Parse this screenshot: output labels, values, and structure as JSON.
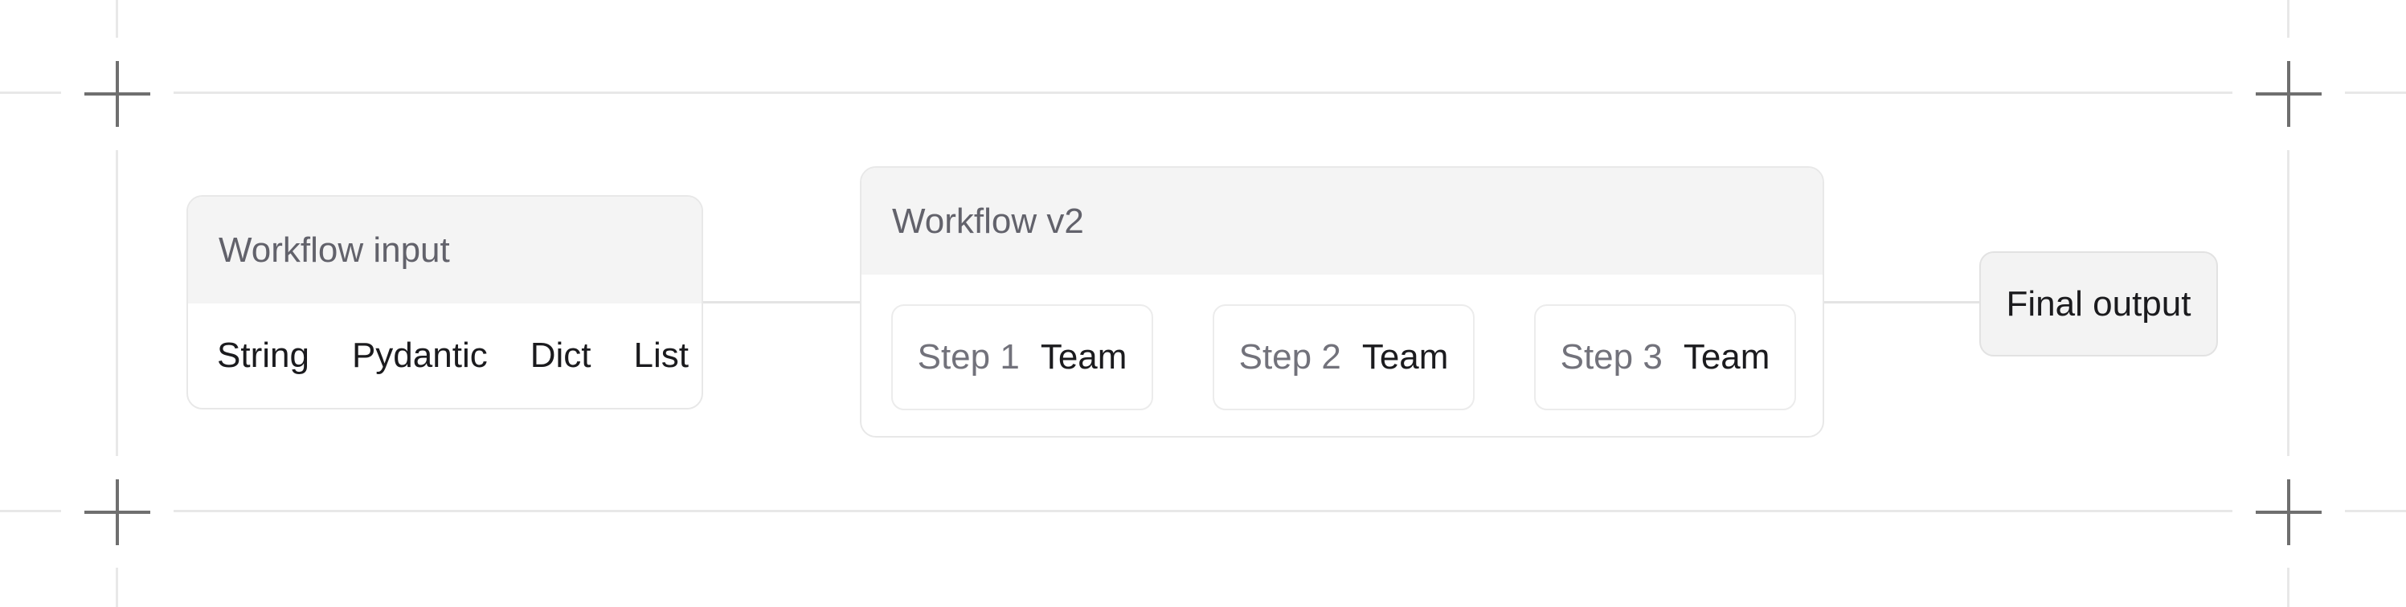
{
  "colors": {
    "canvas_bg": "#ffffff",
    "guide_line": "#e8e8e8",
    "crop_mark": "#6f6f6f",
    "node_border": "#e8e8e8",
    "node_header_bg": "#f4f4f4",
    "node_body_bg": "#ffffff",
    "step_border": "#ececec",
    "connector": "#e4e4e4",
    "title_text": "#62626b",
    "label_text": "#72727b",
    "dark_text": "#1b1b1e",
    "output_bg": "#f3f3f3",
    "output_border": "#e2e2e2"
  },
  "workflow_input": {
    "title": "Workflow input",
    "items": [
      "String",
      "Pydantic",
      "Dict",
      "List"
    ]
  },
  "workflow_v2": {
    "title": "Workflow v2",
    "steps": [
      {
        "label": "Step 1",
        "value": "Team"
      },
      {
        "label": "Step 2",
        "value": "Team"
      },
      {
        "label": "Step 3",
        "value": "Team"
      }
    ]
  },
  "final_output": {
    "label": "Final output"
  }
}
